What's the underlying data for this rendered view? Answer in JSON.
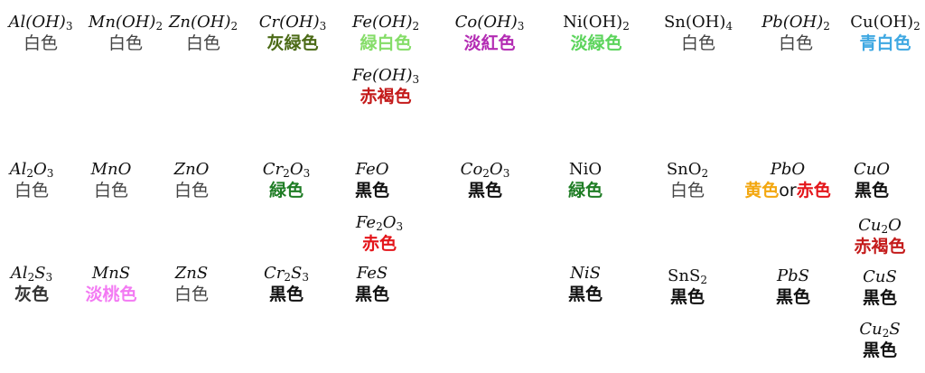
{
  "colors": {
    "white": "#444444",
    "black": "#111111",
    "gray": "#333333",
    "gray_green": "#4b6a16",
    "light_green": "#85dd68",
    "light_red": "#b32bb3",
    "pale_green": "#5bd45b",
    "pale_blue": "#3fa8e2",
    "red_brown": "#c41b1b",
    "green": "#1f7d25",
    "red": "#e4151a",
    "yellow": "#f3a70f",
    "peach": "#f37af3"
  },
  "hydroxides": [
    {
      "id": "al-oh3",
      "formula": [
        {
          "t": "Al(OH)"
        },
        {
          "s": "3"
        }
      ],
      "italic": true,
      "color_label": "白色",
      "color": "white",
      "bold": false
    },
    {
      "id": "mn-oh2",
      "formula": [
        {
          "t": "Mn(OH)"
        },
        {
          "s": "2"
        }
      ],
      "italic": true,
      "color_label": "白色",
      "color": "white",
      "bold": false
    },
    {
      "id": "zn-oh2",
      "formula": [
        {
          "t": "Zn(OH)"
        },
        {
          "s": "2"
        }
      ],
      "italic": true,
      "color_label": "白色",
      "color": "white",
      "bold": false
    },
    {
      "id": "cr-oh3",
      "formula": [
        {
          "t": "Cr(OH)"
        },
        {
          "s": "3"
        }
      ],
      "italic": true,
      "color_label": "灰緑色",
      "color": "gray_green",
      "bold": true
    },
    {
      "id": "fe-oh2",
      "formula": [
        {
          "t": "Fe(OH)"
        },
        {
          "s": "2"
        }
      ],
      "italic": true,
      "color_label": "緑白色",
      "color": "light_green",
      "bold": true
    },
    {
      "id": "co-oh3",
      "formula": [
        {
          "t": "Co(OH)"
        },
        {
          "s": "3"
        }
      ],
      "italic": true,
      "color_label": "淡紅色",
      "color": "light_red",
      "bold": true
    },
    {
      "id": "ni-oh2",
      "formula": [
        {
          "t": "Ni(OH)"
        },
        {
          "s": "2"
        }
      ],
      "italic": false,
      "color_label": "淡緑色",
      "color": "pale_green",
      "bold": true
    },
    {
      "id": "sn-oh4",
      "formula": [
        {
          "t": "Sn(OH)"
        },
        {
          "s": "4"
        }
      ],
      "italic": false,
      "color_label": "白色",
      "color": "white",
      "bold": false
    },
    {
      "id": "pb-oh2",
      "formula": [
        {
          "t": "Pb(OH)"
        },
        {
          "s": "2"
        }
      ],
      "italic": true,
      "color_label": "白色",
      "color": "white",
      "bold": false
    },
    {
      "id": "cu-oh2",
      "formula": [
        {
          "t": "Cu(OH)"
        },
        {
          "s": "2"
        }
      ],
      "italic": false,
      "color_label": "青白色",
      "color": "pale_blue",
      "bold": true
    },
    {
      "id": "fe-oh3",
      "formula": [
        {
          "t": "Fe(OH)"
        },
        {
          "s": "3"
        }
      ],
      "italic": true,
      "color_label": "赤褐色",
      "color": "red_brown",
      "bold": true
    }
  ],
  "oxides": [
    {
      "id": "al2o3",
      "formula": [
        {
          "t": "Al"
        },
        {
          "s": "2"
        },
        {
          "t": "O"
        },
        {
          "s": "3"
        }
      ],
      "italic": true,
      "color_label": "白色",
      "color": "white",
      "bold": false
    },
    {
      "id": "mno",
      "formula": [
        {
          "t": "MnO"
        }
      ],
      "italic": true,
      "color_label": "白色",
      "color": "white",
      "bold": false
    },
    {
      "id": "zno",
      "formula": [
        {
          "t": "ZnO"
        }
      ],
      "italic": true,
      "color_label": "白色",
      "color": "white",
      "bold": false
    },
    {
      "id": "cr2o3",
      "formula": [
        {
          "t": "Cr"
        },
        {
          "s": "2"
        },
        {
          "t": "O"
        },
        {
          "s": "3"
        }
      ],
      "italic": true,
      "color_label": "緑色",
      "color": "green",
      "bold": true
    },
    {
      "id": "feo",
      "formula": [
        {
          "t": "FeO"
        }
      ],
      "italic": true,
      "color_label": "黒色",
      "color": "black",
      "bold": true
    },
    {
      "id": "co2o3",
      "formula": [
        {
          "t": "Co"
        },
        {
          "s": "2"
        },
        {
          "t": "O"
        },
        {
          "s": "3"
        }
      ],
      "italic": true,
      "color_label": "黒色",
      "color": "black",
      "bold": true
    },
    {
      "id": "nio",
      "formula": [
        {
          "t": "NiO"
        }
      ],
      "italic": false,
      "color_label": "緑色",
      "color": "green",
      "bold": true
    },
    {
      "id": "sno2",
      "formula": [
        {
          "t": "SnO"
        },
        {
          "s": "2"
        }
      ],
      "italic": false,
      "color_label": "白色",
      "color": "white",
      "bold": false
    },
    {
      "id": "pbo",
      "formula": [
        {
          "t": "PbO"
        }
      ],
      "italic": true,
      "color_label": "",
      "color": "white",
      "bold": true,
      "label_parts": [
        {
          "text": "黄色",
          "color": "yellow",
          "bold": true
        },
        {
          "text": "or",
          "color": "black",
          "bold": false
        },
        {
          "text": "赤色",
          "color": "red",
          "bold": true
        }
      ]
    },
    {
      "id": "cuo",
      "formula": [
        {
          "t": "CuO"
        }
      ],
      "italic": true,
      "color_label": "黒色",
      "color": "black",
      "bold": true
    },
    {
      "id": "fe2o3",
      "formula": [
        {
          "t": "Fe"
        },
        {
          "s": "2"
        },
        {
          "t": "O"
        },
        {
          "s": "3"
        }
      ],
      "italic": true,
      "color_label": "赤色",
      "color": "red",
      "bold": true
    },
    {
      "id": "cu2o",
      "formula": [
        {
          "t": "Cu"
        },
        {
          "s": "2"
        },
        {
          "t": "O"
        }
      ],
      "italic": true,
      "color_label": "赤褐色",
      "color": "red_brown",
      "bold": true
    }
  ],
  "sulfides": [
    {
      "id": "al2s3",
      "formula": [
        {
          "t": "Al"
        },
        {
          "s": "2"
        },
        {
          "t": "S"
        },
        {
          "s": "3"
        }
      ],
      "italic": true,
      "color_label": "灰色",
      "color": "gray",
      "bold": true
    },
    {
      "id": "mns",
      "formula": [
        {
          "t": "MnS"
        }
      ],
      "italic": true,
      "color_label": "淡桃色",
      "color": "peach",
      "bold": true
    },
    {
      "id": "zns",
      "formula": [
        {
          "t": "ZnS"
        }
      ],
      "italic": true,
      "color_label": "白色",
      "color": "white",
      "bold": false
    },
    {
      "id": "cr2s3",
      "formula": [
        {
          "t": "Cr"
        },
        {
          "s": "2"
        },
        {
          "t": "S"
        },
        {
          "s": "3"
        }
      ],
      "italic": true,
      "color_label": "黒色",
      "color": "black",
      "bold": true
    },
    {
      "id": "fes",
      "formula": [
        {
          "t": "FeS"
        }
      ],
      "italic": true,
      "color_label": "黒色",
      "color": "black",
      "bold": true
    },
    {
      "id": "nis",
      "formula": [
        {
          "t": "NiS"
        }
      ],
      "italic": true,
      "color_label": "黒色",
      "color": "black",
      "bold": true
    },
    {
      "id": "sns2",
      "formula": [
        {
          "t": "SnS"
        },
        {
          "s": "2"
        }
      ],
      "italic": false,
      "color_label": "黒色",
      "color": "black",
      "bold": true
    },
    {
      "id": "pbs",
      "formula": [
        {
          "t": "PbS"
        }
      ],
      "italic": true,
      "color_label": "黒色",
      "color": "black",
      "bold": true
    },
    {
      "id": "cus",
      "formula": [
        {
          "t": "CuS"
        }
      ],
      "italic": true,
      "color_label": "黒色",
      "color": "black",
      "bold": true
    },
    {
      "id": "cu2s",
      "formula": [
        {
          "t": "Cu"
        },
        {
          "s": "2"
        },
        {
          "t": "S"
        }
      ],
      "italic": true,
      "color_label": "黒色",
      "color": "black",
      "bold": true
    }
  ]
}
